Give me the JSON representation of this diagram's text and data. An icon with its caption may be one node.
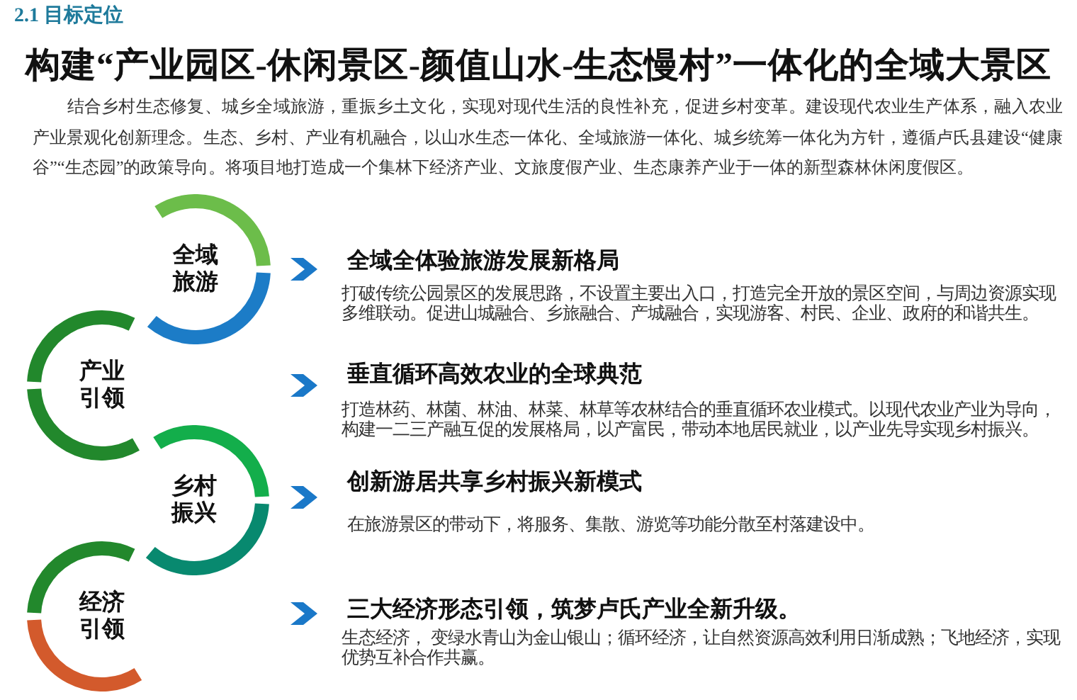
{
  "diagram": {
    "title": "构建“产业园区-休闲景区-颜值山水-生态慢村”一体化的全域大景区",
    "nodes": [
      {
        "text": [
          "全域旅游"
        ]
      },
      {
        "text": [
          "全域全体验旅游发展新格局",
          "打破传统公园景区的发展思路，不设置主要出入口，打造完全开放的景区空间，与周边资源实现多维联动。促进山城融合、乡旅融合、产城融合，实现游客、村民、企业、政府的和谐共生。"
        ]
      },
      {
        "text": [
          "产业引领"
        ]
      },
      {
        "text": [
          "垂直循环高效农业的全球典范",
          "打造林药、林菌、林油、林菜、林草等农林结合的垂直循环农业模式。以现代农业产业为导向，构建一二三产融互促的发展格局，以产富民，带动本地居民就业，以产业先导实现乡村振兴。"
        ]
      },
      {
        "text": [
          "乡村振兴"
        ]
      },
      {
        "text": [
          "创新游居共享乡村振兴新模式",
          "在旅游景区的带动下，将服务、集散、游览等功能分散至村落建设中。"
        ]
      },
      {
        "text": [
          "经济引领"
        ]
      },
      {
        "text": [
          "三大经济形态引领，筑梦卢氏产业全新升级。",
          "生态经济， 变绿水青山为金山银山；循环经济，让自然资源高效利用日渐成熟；飞地经济，实现优势互补合作共赢。"
        ]
      }
    ],
    "edges": [
      {
        "from": null,
        "to": 1,
        "arrow": "to"
      },
      {
        "from": null,
        "to": 3,
        "arrow": "to"
      },
      {
        "from": null,
        "to": 5,
        "arrow": "to"
      },
      {
        "from": null,
        "to": 7,
        "arrow": "to"
      }
    ],
    "labels": [
      "2.1 目标定位",
      "结合乡村生态修复、城乡全域旅游，重振乡土文化，实现对现代生活的良性补充，促进乡村变革。建设现代农业生产体系，融入农业产业景观化创新理念。生态、乡村、产业有机融合，以山水生态一体化、全域旅游一体化、城乡统筹一体化为方针，遵循卢氏县建设“健康谷”“生态园”的政策导向。将项目地打造成一个集林下经济产业、文旅度假产业、生态康养产业于一体的新型森林休闲度假区。"
    ]
  }
}
